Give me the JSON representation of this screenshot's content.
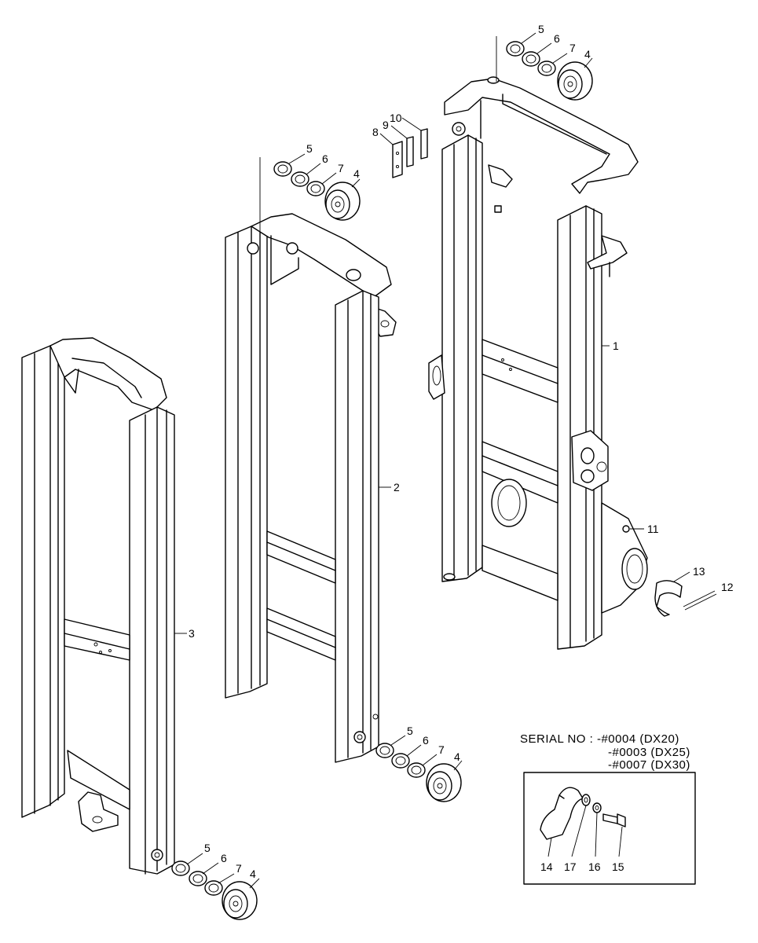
{
  "serial_note": {
    "line1": "SERIAL NO : -#0004 (DX20)",
    "line2": "-#0003 (DX25)",
    "line3": "-#0007 (DX30)"
  },
  "callouts": {
    "c1": "1",
    "c2": "2",
    "c3": "3",
    "c4a": "4",
    "c5a": "5",
    "c6a": "6",
    "c7a": "7",
    "c4b": "4",
    "c5b": "5",
    "c6b": "6",
    "c7b": "7",
    "c4c": "4",
    "c5c": "5",
    "c6c": "6",
    "c7c": "7",
    "c4d": "4",
    "c5d": "5",
    "c6d": "6",
    "c7d": "7",
    "c8": "8",
    "c9": "9",
    "c10": "10",
    "c11": "11",
    "c12": "12",
    "c13": "13",
    "c14": "14",
    "c15": "15",
    "c16": "16",
    "c17": "17"
  }
}
